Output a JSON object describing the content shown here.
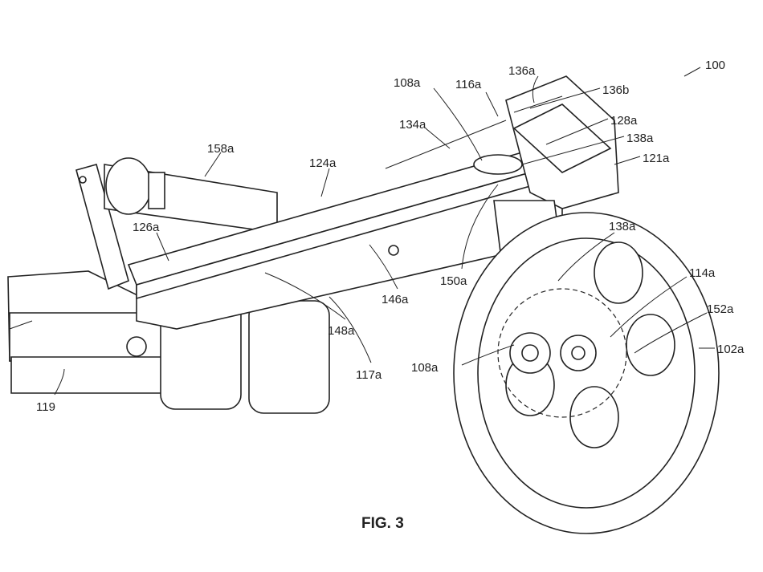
{
  "figure_title": "FIG. 3",
  "labels": {
    "l100": "100",
    "l136a": "136a",
    "l136b": "136b",
    "l108a_top": "108a",
    "l116a": "116a",
    "l134a": "134a",
    "l128a": "128a",
    "l138a_top": "138a",
    "l121a": "121a",
    "l158a": "158a",
    "l124a": "124a",
    "l126a": "126a",
    "l138a_mid": "138a",
    "l114a": "114a",
    "l152a": "152a",
    "l102a": "102a",
    "l150a": "150a",
    "l146a": "146a",
    "l148a": "148a",
    "l117a": "117a",
    "l108a_bottom": "108a",
    "l119": "119"
  }
}
